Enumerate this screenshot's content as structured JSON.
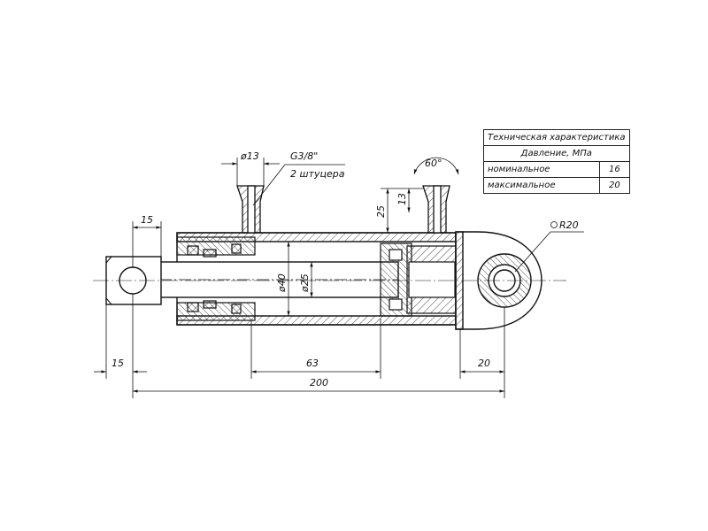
{
  "spec_table": {
    "title": "Техническая характеристика",
    "pressure_label": "Давление, МПа",
    "rows": [
      {
        "label": "номинальное",
        "value": "16"
      },
      {
        "label": "максимальное",
        "value": "20"
      }
    ]
  },
  "dimensions": {
    "port_diameter": "ø13",
    "thread": "G3/8\"",
    "ports_note": "2 штуцера",
    "angle": "60°",
    "height_25": "25",
    "height_13": "13",
    "rod_end_15": "15",
    "cylinder_dia": "ø40",
    "rod_dia": "ø25",
    "eye_radius": "R20",
    "stroke": "63",
    "left_15": "15",
    "eye_20": "20",
    "total_length": "200"
  }
}
